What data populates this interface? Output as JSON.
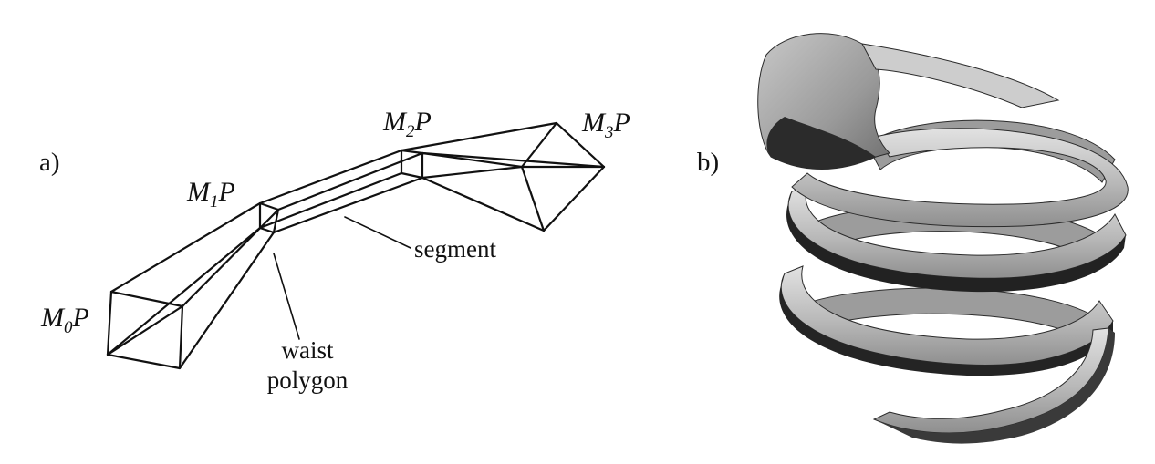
{
  "panel_a": {
    "label": "a)",
    "nodes": [
      {
        "base": "M",
        "sub": "0",
        "suffix": "P"
      },
      {
        "base": "M",
        "sub": "1",
        "suffix": "P"
      },
      {
        "base": "M",
        "sub": "2",
        "suffix": "P"
      },
      {
        "base": "M",
        "sub": "3",
        "suffix": "P"
      }
    ],
    "segment_label": "segment",
    "waist_label_line1": "waist",
    "waist_label_line2": "polygon"
  },
  "panel_b": {
    "label": "b)"
  },
  "colors": {
    "ink": "#111111",
    "tube_light": "#cfcfcf",
    "tube_mid": "#a8a8a8",
    "tube_dark": "#2e2e2e"
  }
}
